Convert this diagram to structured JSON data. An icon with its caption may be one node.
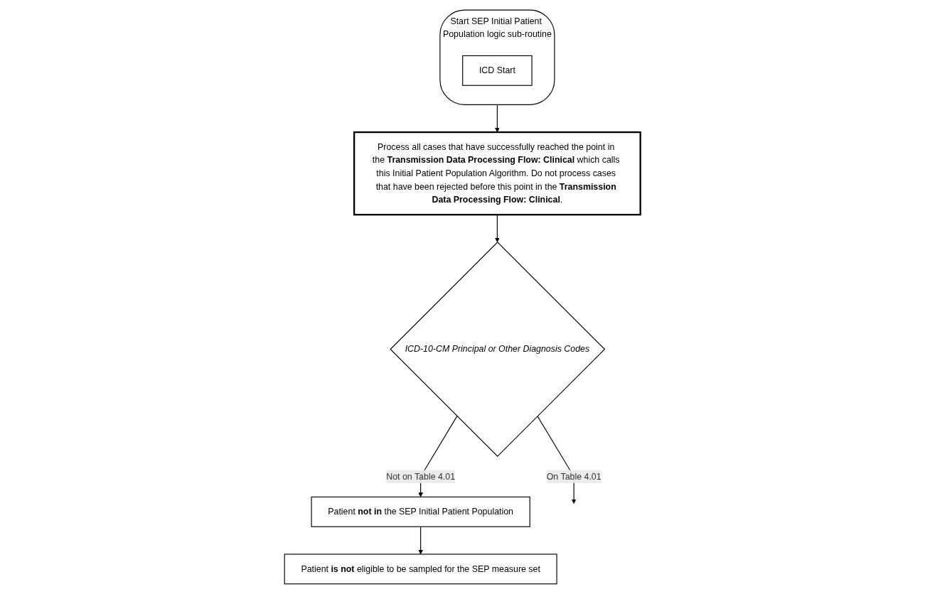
{
  "diagram": {
    "nodes": [
      {
        "text": [
          "Start SEP Initial Patient Population logic sub-routine"
        ]
      },
      {
        "text": [
          "ICD Start"
        ],
        "in": 0
      },
      {
        "text": [
          "Process all cases that have successfully reached the point in the **Transmission Data Processing Flow: Clinical** which calls this Initial Patient Population Algorithm. Do not process cases that have been rejected before this point in the **Transmission Data Processing Flow: Clinical**."
        ]
      },
      {
        "text": [
          "ICD-10-CM Principal or Other Diagnosis Codes"
        ]
      },
      {
        "text": [
          "Patient **not in** the SEP Initial Patient Population"
        ]
      },
      {
        "text": [
          "Patient **is not** eligible to be sampled for the SEP measure set"
        ]
      }
    ],
    "edges": [
      {
        "from": 0,
        "to": 2,
        "arrow": "to"
      },
      {
        "from": 2,
        "to": 3,
        "arrow": "to"
      },
      {
        "from": 3,
        "to": 4,
        "arrow": "to",
        "label": "Not on Table 4.01"
      },
      {
        "from": 3,
        "to": null,
        "arrow": "to",
        "label": "On Table 4.01"
      },
      {
        "from": 4,
        "to": 5,
        "arrow": "to"
      }
    ]
  }
}
